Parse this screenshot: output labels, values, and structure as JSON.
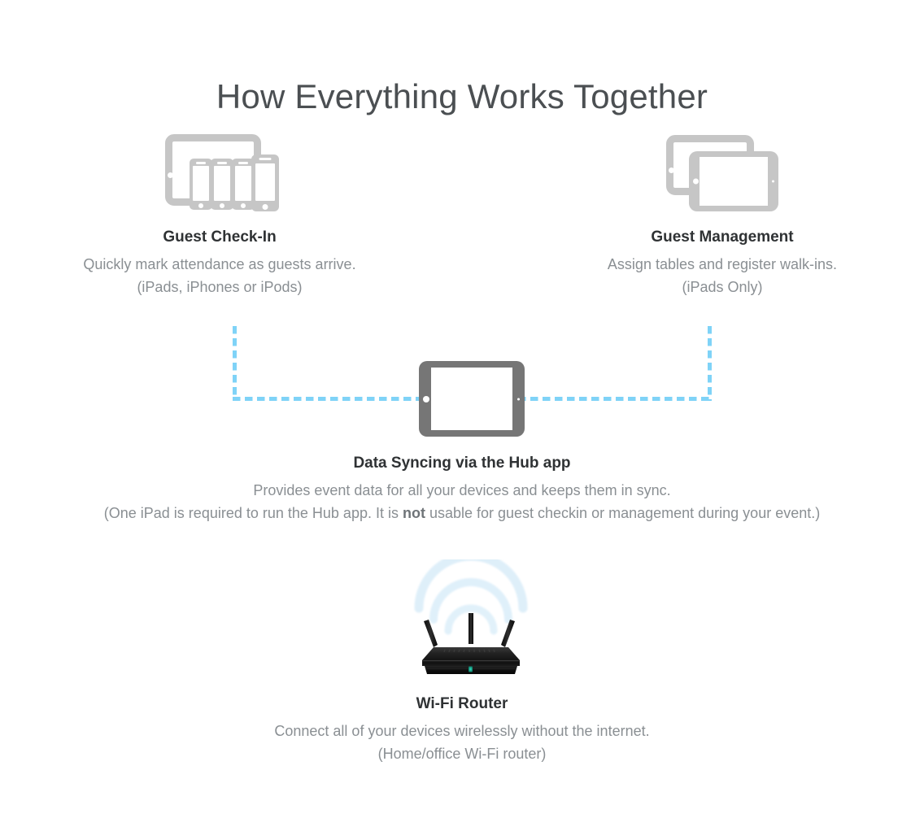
{
  "page": {
    "title": "How Everything Works Together",
    "background": "#ffffff"
  },
  "colors": {
    "title_text": "#4b4f52",
    "heading_text": "#2f3234",
    "body_text": "#8a8f93",
    "device_gray_light": "#c6c6c6",
    "device_gray_dark": "#767676",
    "dashed_line_blue": "#7fd3f7",
    "wifi_arc_blue": "#dceef9",
    "router_body": "#1b1b1b",
    "router_led": "#17a589"
  },
  "sections": {
    "guest_checkin": {
      "icon": "tablet-and-phones-icon",
      "title": "Guest Check-In",
      "line1": "Quickly mark attendance as guests arrive.",
      "line2": "(iPads, iPhones or iPods)"
    },
    "guest_management": {
      "icon": "two-tablets-icon",
      "title": "Guest Management",
      "line1": "Assign tables and register walk-ins.",
      "line2": "(iPads Only)"
    },
    "data_syncing": {
      "icon": "hub-tablet-icon",
      "connector": "dashed-bracket-connector",
      "title": "Data Syncing via the Hub app",
      "line1": "Provides event data for all your devices and keeps them in sync.",
      "line2_part1": "(One iPad is required to run the Hub app. It is ",
      "line2_emphasis": "not",
      "line2_part2": " usable for guest checkin or management during your event.)"
    },
    "wifi_router": {
      "icon": "wifi-router-icon",
      "title": "Wi-Fi Router",
      "line1": "Connect all of your devices wirelessly without the internet.",
      "line2": "(Home/office Wi-Fi router)"
    }
  }
}
